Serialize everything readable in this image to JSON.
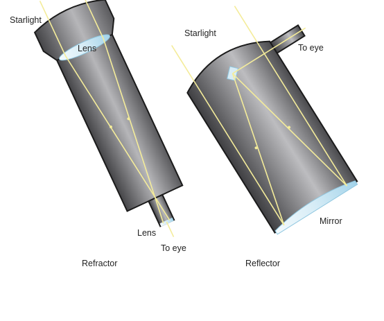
{
  "colors": {
    "tube_dark": "#4a4a4d",
    "tube_light": "#b9b9bc",
    "tube_outline": "#1b1b1b",
    "light_ray": "#f4ec9a",
    "glass_light": "#eef7fb",
    "glass_dark": "#a9d7ec"
  },
  "refractor": {
    "caption": "Refractor",
    "starlight_label": "Starlight",
    "objective_lens_label": "Lens",
    "eyepiece_lens_label": "Lens",
    "eye_label": "To eye"
  },
  "reflector": {
    "caption": "Reflector",
    "starlight_label": "Starlight",
    "eye_label": "To eye",
    "mirror_label": "Mirror"
  },
  "icons": [
    "arrow-icon"
  ]
}
